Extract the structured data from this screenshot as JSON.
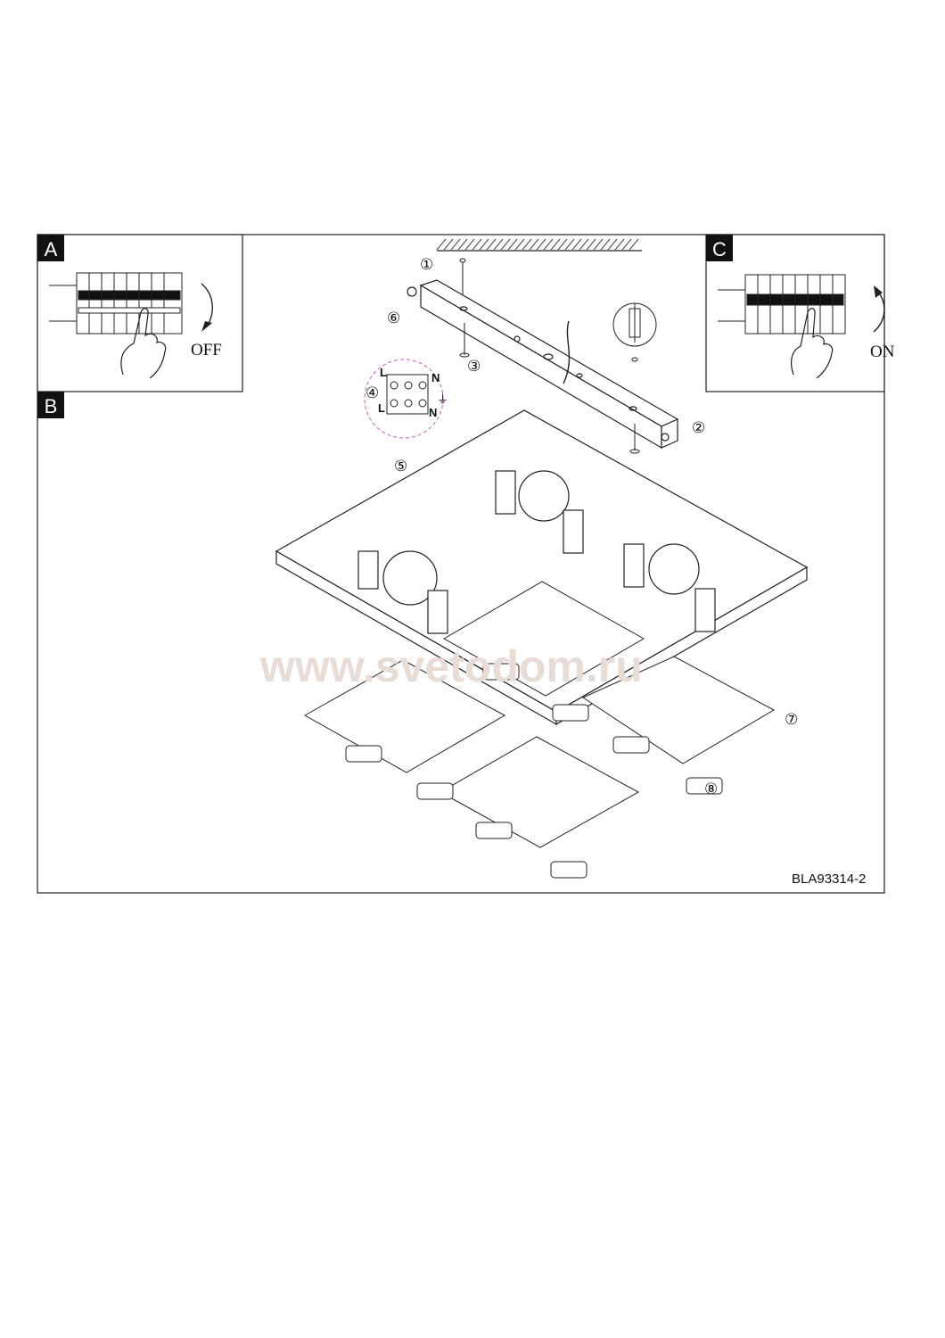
{
  "panels": {
    "a": {
      "letter": "A",
      "state_label": "OFF"
    },
    "b": {
      "letter": "B"
    },
    "c": {
      "letter": "C",
      "state_label": "ON"
    }
  },
  "wiring": {
    "live_label": "L",
    "neutral_label": "N"
  },
  "steps": [
    "①",
    "②",
    "③",
    "④",
    "⑤",
    "⑥",
    "⑦",
    "⑧"
  ],
  "watermark": "www.svetodom.ru",
  "model_code": "BLA93314-2"
}
